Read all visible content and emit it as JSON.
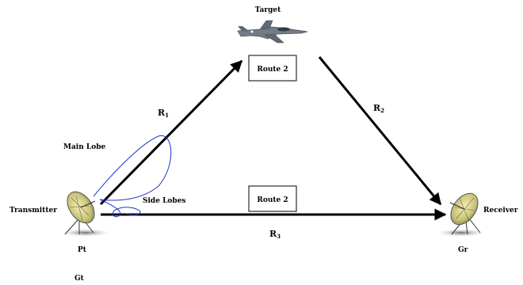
{
  "labels": {
    "target": "Target",
    "route_top": "Route 2",
    "route_bottom": "Route 2",
    "r1_main": "R",
    "r1_sub": "1",
    "r2_main": "R",
    "r2_sub": "2",
    "r3_main": "R",
    "r3_sub": "3",
    "main_lobe": "Main Lobe",
    "side_lobes": "Side Lobes",
    "transmitter": "Transmitter",
    "receiver": "Receiver",
    "pt": "Pt",
    "gt": "Gt",
    "gr": "Gr"
  },
  "icons": {
    "aircraft": "fighter-jet-icon",
    "tx_dish": "satellite-dish-icon",
    "rx_dish": "satellite-dish-icon"
  },
  "colors": {
    "lobe": "#1f35c8",
    "dish_fill": "#c9c27a",
    "dish_shadow": "#777777",
    "arrow": "#000000",
    "jet": "#707a86"
  }
}
